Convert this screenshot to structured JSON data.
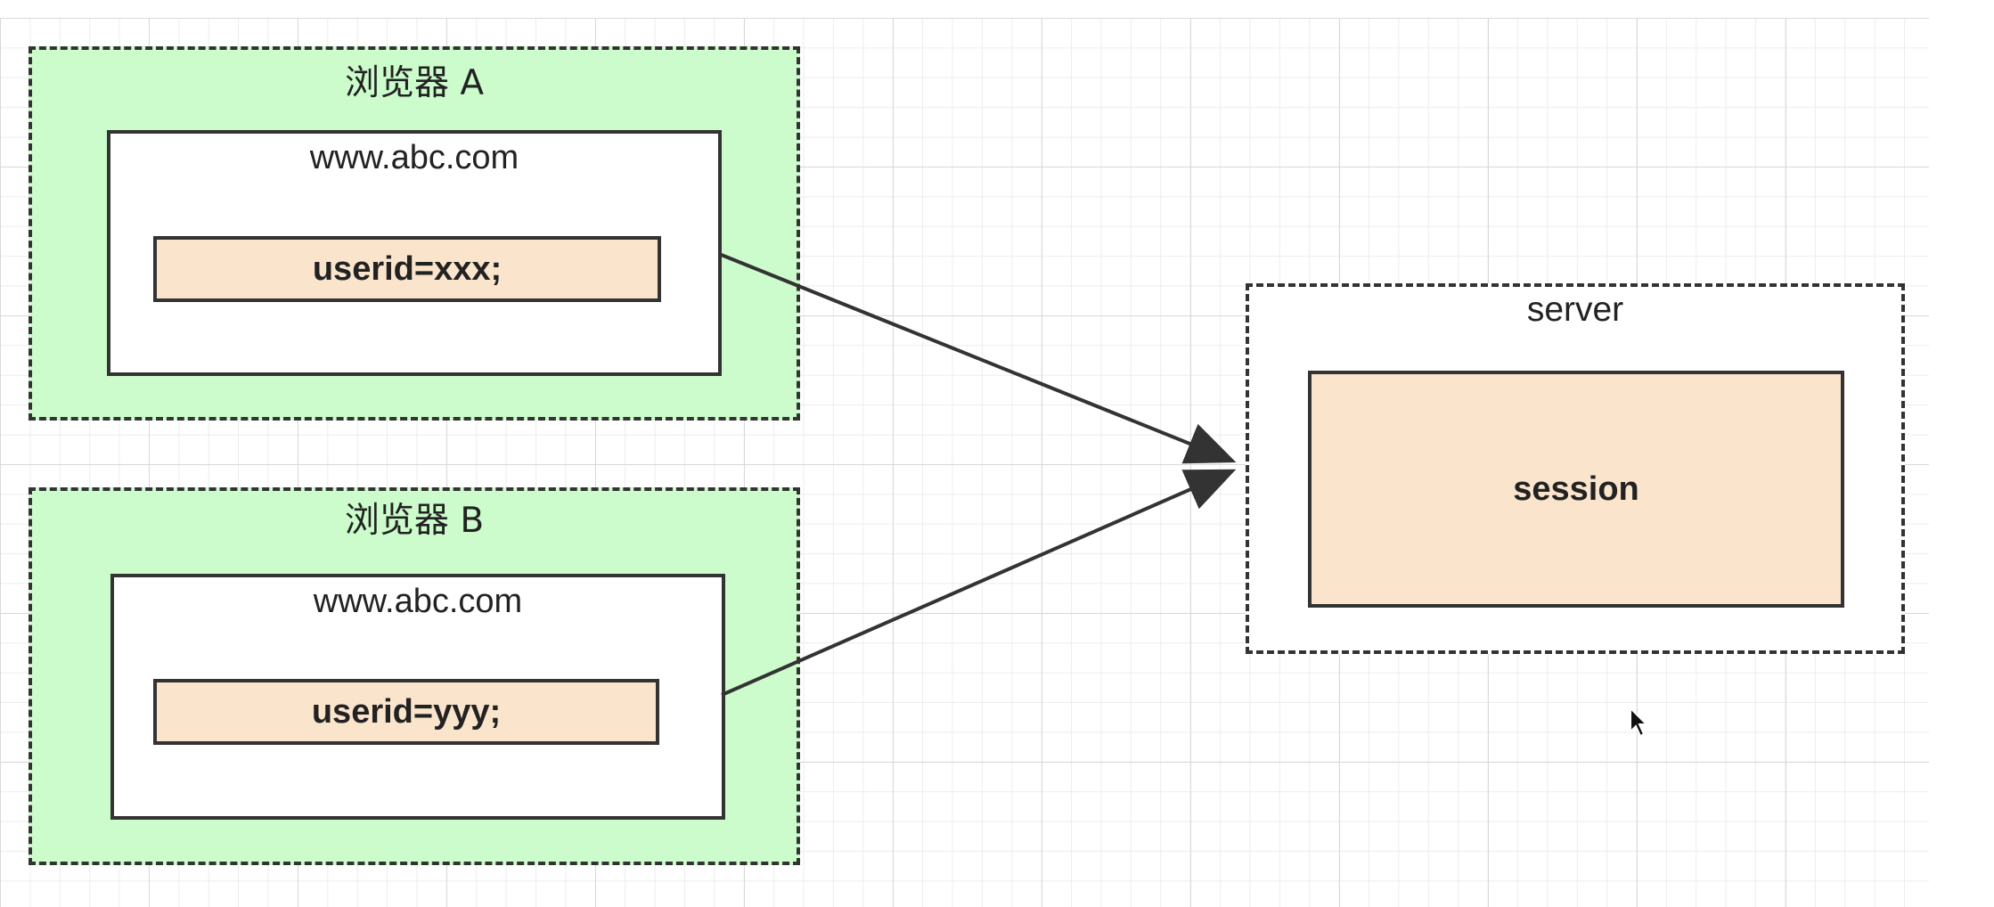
{
  "browser_a": {
    "label": "浏览器 A",
    "site": "www.abc.com",
    "cookie": "userid=xxx;"
  },
  "browser_b": {
    "label": "浏览器 B",
    "site": "www.abc.com",
    "cookie": "userid=yyy;"
  },
  "server": {
    "label": "server",
    "store": "session"
  },
  "colors": {
    "browser_fill": "#ccfccb",
    "cookie_fill": "#fae5cc",
    "stroke": "#333333"
  },
  "icons": {
    "cursor": "mouse-pointer-icon"
  }
}
